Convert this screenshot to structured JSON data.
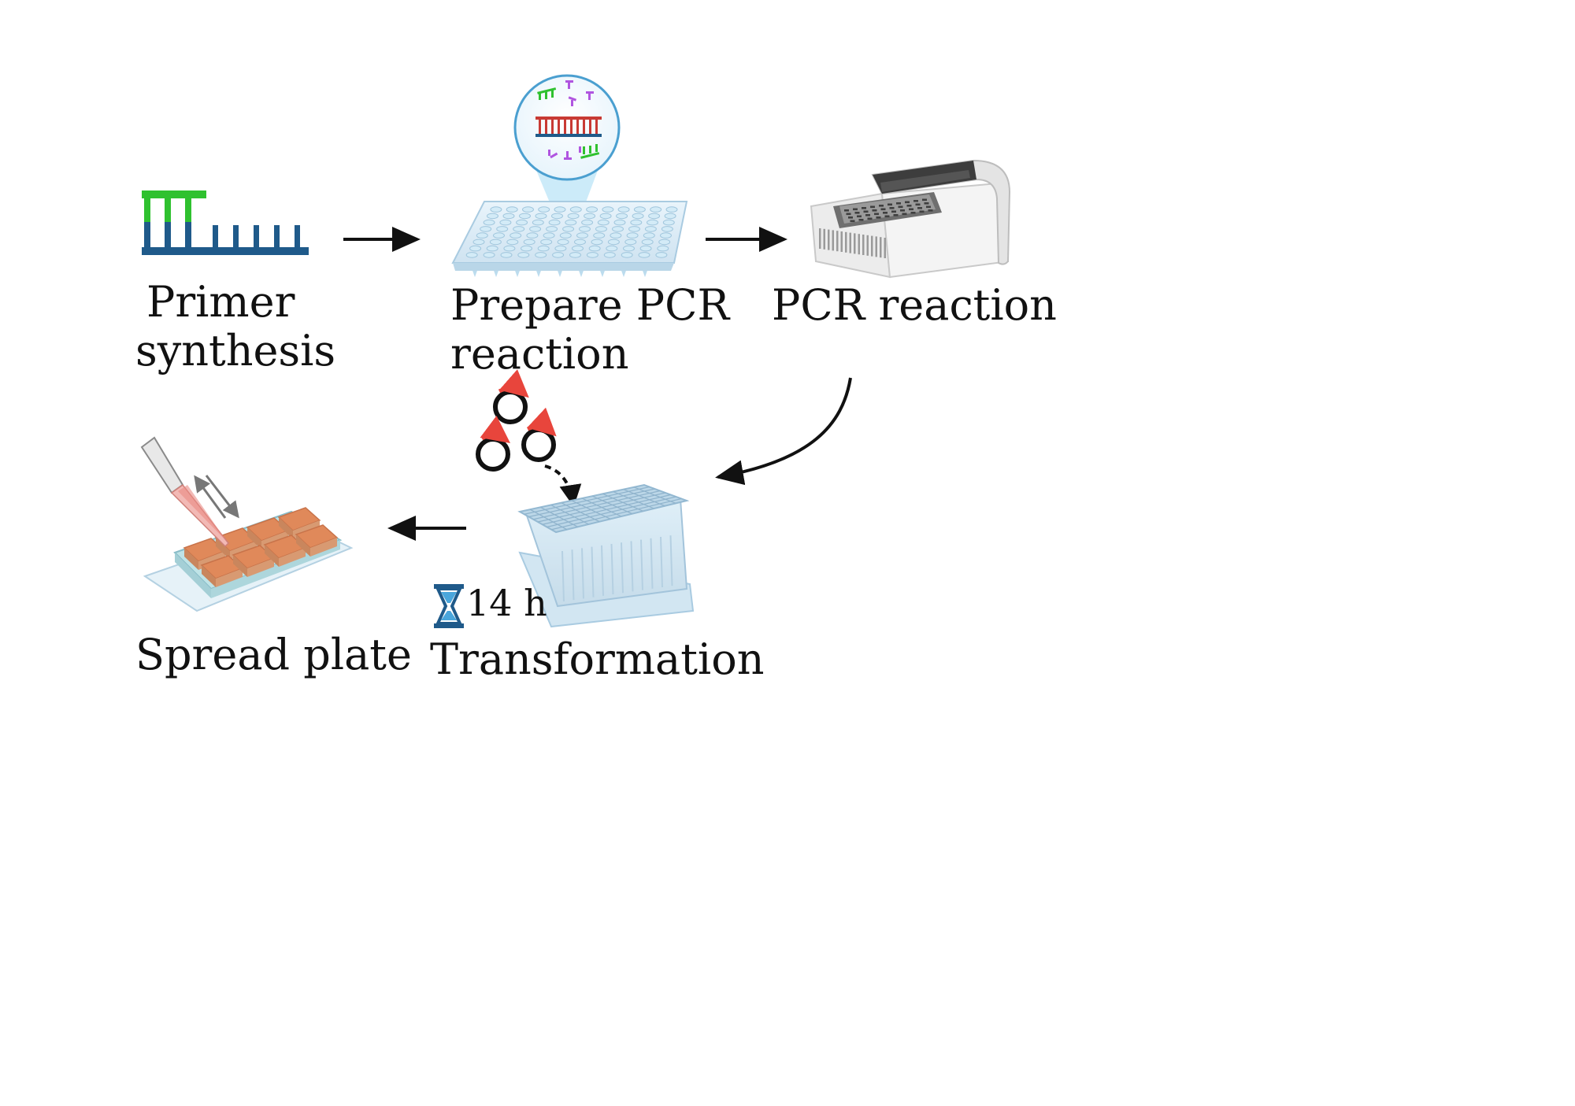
{
  "steps": [
    {
      "id": "primer",
      "label_line1": "Primer",
      "label_line2": "synthesis"
    },
    {
      "id": "prepare",
      "label_line1": "Prepare PCR",
      "label_line2": "reaction"
    },
    {
      "id": "pcr",
      "label_line1": "PCR reaction"
    },
    {
      "id": "transformation",
      "label_line1": "Transformation",
      "timer": "14 h"
    },
    {
      "id": "spread",
      "label_line1": "Spread plate"
    }
  ],
  "colors": {
    "dna_blue": "#1f5a8a",
    "primer_green": "#2fc12f",
    "nucleotide_purple": "#b055e0",
    "plasmid_red": "#e8453c",
    "agar_orange": "#e0895a",
    "arrow": "#111111"
  }
}
